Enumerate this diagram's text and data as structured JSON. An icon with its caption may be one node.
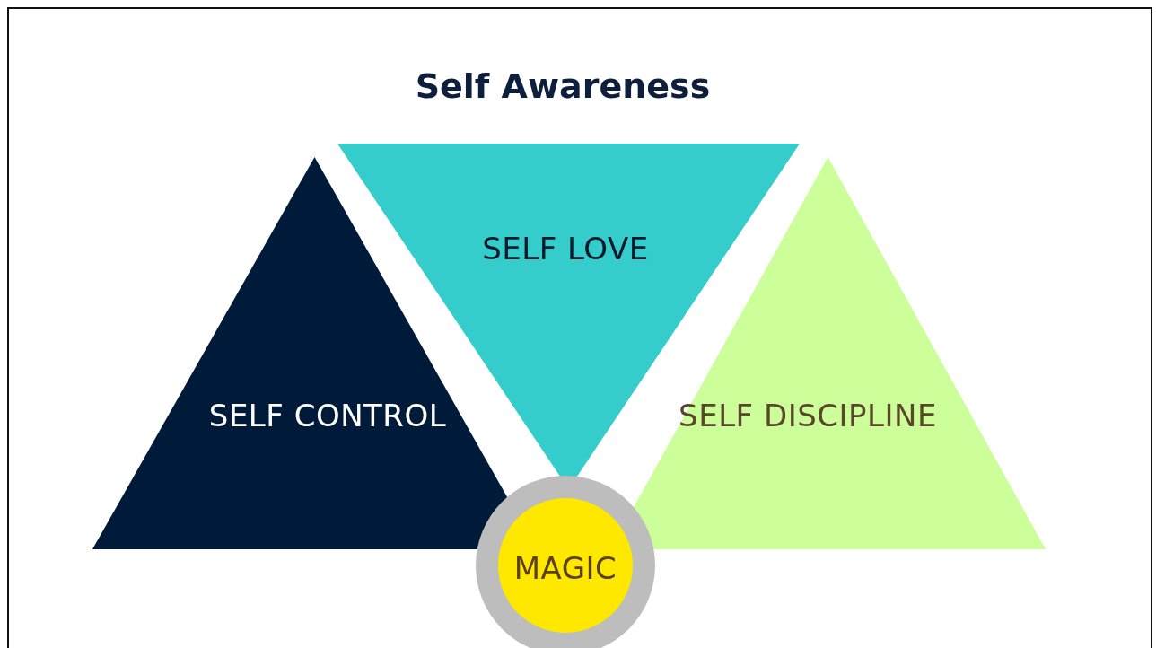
{
  "diagram": {
    "title": "Self Awareness",
    "nodes": [
      {
        "text": [
          "SELF CONTROL"
        ]
      },
      {
        "text": [
          "SELF LOVE"
        ]
      },
      {
        "text": [
          "SELF DISCIPLINE"
        ]
      },
      {
        "text": [
          "MAGIC"
        ]
      }
    ],
    "edges": []
  }
}
